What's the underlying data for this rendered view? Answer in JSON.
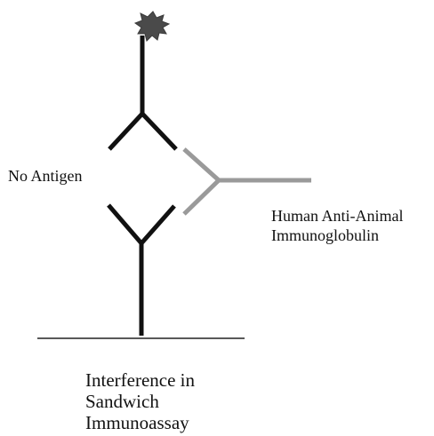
{
  "labels": {
    "no_antigen": "No Antigen",
    "hama_line1": "Human Anti-Animal",
    "hama_line2": "Immunoglobulin",
    "caption_line1": "Interference in",
    "caption_line2": "Sandwich",
    "caption_line3": "Immunoassay"
  },
  "colors": {
    "antibody": "#111111",
    "interfering_antibody": "#9a9a9a",
    "label_marker": "#4a4a4a",
    "surface": "#222222"
  }
}
